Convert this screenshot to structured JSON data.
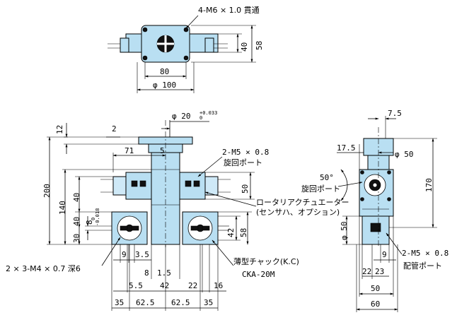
{
  "top_view": {
    "label_thru": "4-M6 × 1.0 貫通",
    "dim_40": "40",
    "dim_58": "58",
    "dim_80": "80",
    "dim_phi100": "φ 100"
  },
  "front_view": {
    "dim_12": "12",
    "dim_2": "2",
    "dim_phi20": "φ 20",
    "dim_phi20_tol": "+0.033",
    "dim_phi20_tol0": "0",
    "dim_71": "71",
    "dim_5": "5",
    "label_m5": "2-M5 × 0.8",
    "label_port": "旋回ポート",
    "dim_50": "50",
    "label_rotary": "ロータリアクチュエーター",
    "label_rotary_note": "(センサハ、オプション)",
    "dim_200": "200",
    "dim_140": "140",
    "dim_40a": "40",
    "dim_40b": "40",
    "dim_8": "8",
    "dim_8_tol_a": "0",
    "dim_8_tol_b": "-0.018",
    "dim_30": "30",
    "dim_42": "42",
    "dim_58": "58",
    "dim_9": "9",
    "dim_3_5": "3.5",
    "dim_8b": "8",
    "dim_1_5": "1.5",
    "label_m4": "2 × 3-M4 × 0.7 深6",
    "label_chuck": "薄型チャック(K.C)",
    "label_model": "CKA-20M",
    "dim_5_5": "5.5",
    "dim_42b": "42",
    "dim_22": "22",
    "dim_16": "16",
    "bottom_dims": [
      "35",
      "62.5",
      "62.5",
      "35"
    ]
  },
  "side_view": {
    "dim_7_5": "7.5",
    "dim_17_5": "17.5",
    "dim_phi50": "φ 50",
    "dim_50deg": "50°",
    "label_port": "旋回ポート",
    "dim_170": "170",
    "dim_phi50b": "φ 50",
    "dim_9": "9",
    "label_m5": "2-M5 × 0.8",
    "label_pipe": "配管ポート",
    "dim_22": "22",
    "dim_23": "23",
    "dim_50": "50",
    "dim_60": "60"
  }
}
